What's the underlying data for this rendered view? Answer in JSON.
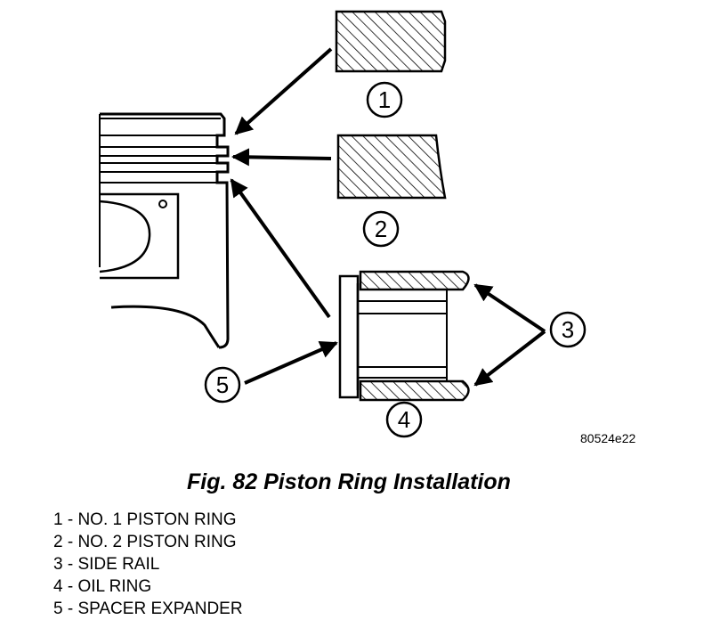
{
  "callouts": [
    {
      "num": "1"
    },
    {
      "num": "2"
    },
    {
      "num": "3"
    },
    {
      "num": "4"
    },
    {
      "num": "5"
    }
  ],
  "figure_code": "80524e22",
  "caption": "Fig. 82 Piston Ring Installation",
  "legend": [
    "1 - NO. 1 PISTON RING",
    "2 - NO. 2 PISTON RING",
    "3 - SIDE RAIL",
    "4 - OIL RING",
    "5 - SPACER EXPANDER"
  ]
}
